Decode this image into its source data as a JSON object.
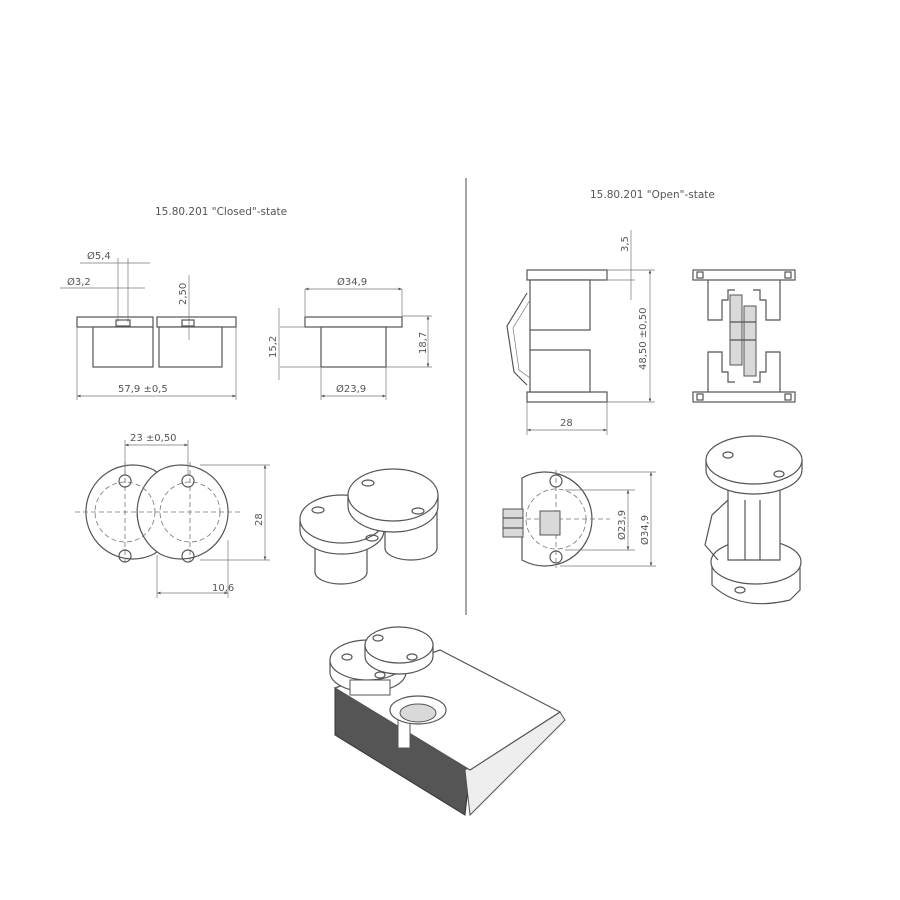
{
  "closed": {
    "title": "15.80.201 \"Closed\"-state",
    "dims": {
      "d_pin_outer": "Ø5,4",
      "d_pin_inner": "Ø3,2",
      "pin_height": "2,50",
      "d_plate": "Ø34,9",
      "body_height": "15,2",
      "total_height": "18,7",
      "total_length": "57,9 ±0,5",
      "d_body": "Ø23,9",
      "center_distance": "23 ±0,50",
      "width": "28",
      "offset": "10,6"
    }
  },
  "open": {
    "title": "15.80.201 \"Open\"-state",
    "dims": {
      "plate_thickness": "3,5",
      "open_height": "48,50 ±0,50",
      "width": "28",
      "d_body": "Ø23,9",
      "d_plate": "Ø34,9"
    }
  }
}
